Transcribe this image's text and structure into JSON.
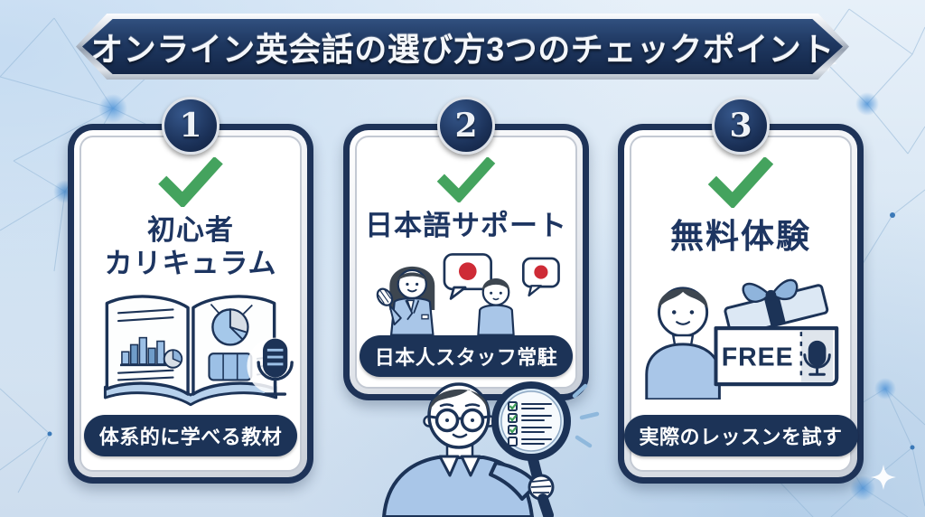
{
  "page": {
    "title": "オンライン英会話の選び方3つのチェックポイント"
  },
  "cards": [
    {
      "number": "1",
      "title": "初心者\nカリキュラム",
      "badge": "体系的に学べる教材",
      "check_icon": "green-checkmark-icon",
      "illustration": "open-book-with-charts-and-microphone-illustration"
    },
    {
      "number": "2",
      "title": "日本語サポート",
      "badge": "日本人スタッフ常駐",
      "check_icon": "green-checkmark-icon",
      "illustration": "japanese-staff-and-student-with-japan-flag-speech-bubbles-illustration"
    },
    {
      "number": "3",
      "title": "無料体験",
      "badge": "実際のレッスンを試す",
      "check_icon": "green-checkmark-icon",
      "illustration": "student-with-free-lesson-gift-ticket-illustration",
      "ticket_label": "FREE"
    }
  ],
  "center_figure": {
    "illustration": "man-with-glasses-holding-magnifying-glass-over-checklist-illustration"
  },
  "colors": {
    "background_light_blue": "#d9e7f4",
    "navy": "#1c3357",
    "banner_navy": "#1e3760",
    "silver": "#c6cdd7",
    "check_green": "#44a35e",
    "flag_red": "#ce2b36",
    "illustration_blue": "#a9c6e8",
    "illustration_mid_blue": "#6f9cc9"
  }
}
